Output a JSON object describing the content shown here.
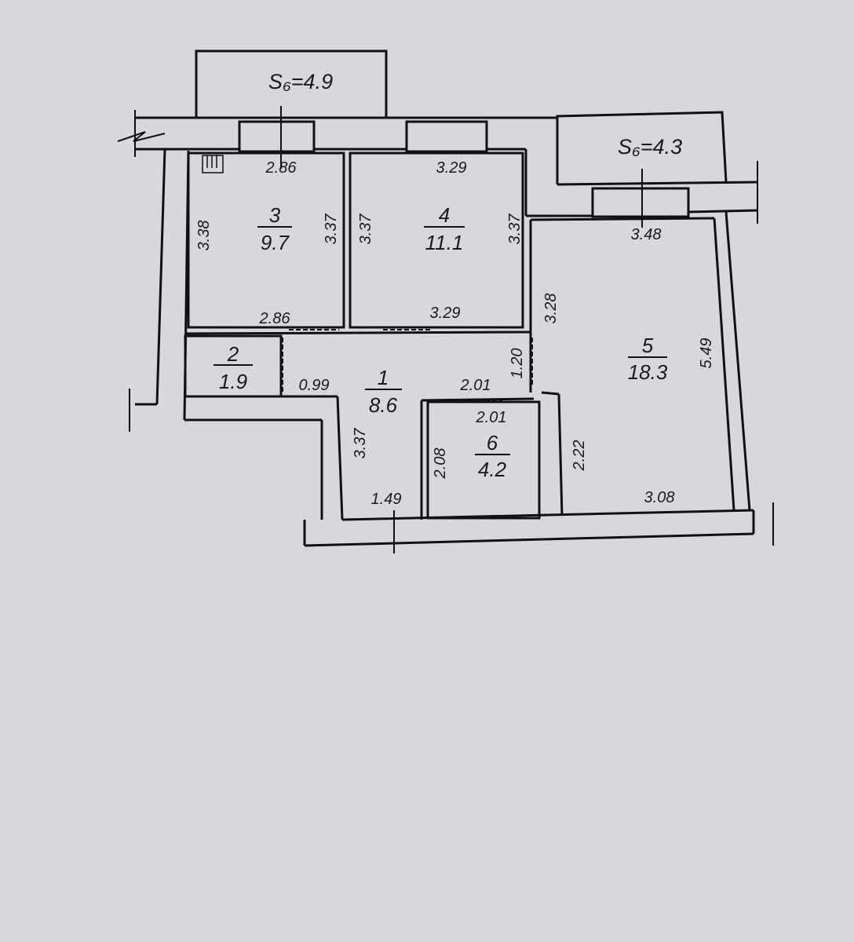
{
  "colors": {
    "background": "#d9d7dc",
    "line": "#111111"
  },
  "balconies": [
    {
      "id": "balcony-left",
      "label": "S₆=4.9",
      "area": 4.9
    },
    {
      "id": "balcony-right",
      "label": "S₆=4.3",
      "area": 4.3
    }
  ],
  "rooms": [
    {
      "number": "1",
      "area": "8.6"
    },
    {
      "number": "2",
      "area": "1.9"
    },
    {
      "number": "3",
      "area": "9.7"
    },
    {
      "number": "4",
      "area": "11.1"
    },
    {
      "number": "5",
      "area": "18.3"
    },
    {
      "number": "6",
      "area": "4.2"
    }
  ],
  "dimensions": {
    "r3_top": "2.86",
    "r3_left": "3.38",
    "r3_right": "3.37",
    "r3_bottom": "2.86",
    "r4_top": "3.29",
    "r4_left": "3.37",
    "r4_right": "3.37",
    "r4_bottom": "3.29",
    "r5_top": "3.48",
    "r5_left_upper": "3.28",
    "r5_right": "5.49",
    "r5_left_lower": "2.22",
    "r5_bottom": "3.08",
    "r1_left_top": "0.99",
    "r1_right_top": "2.01",
    "r1_side": "1.20",
    "r1_left": "3.37",
    "r1_bottom": "1.49",
    "r6_top": "2.01",
    "r6_left": "2.08"
  }
}
